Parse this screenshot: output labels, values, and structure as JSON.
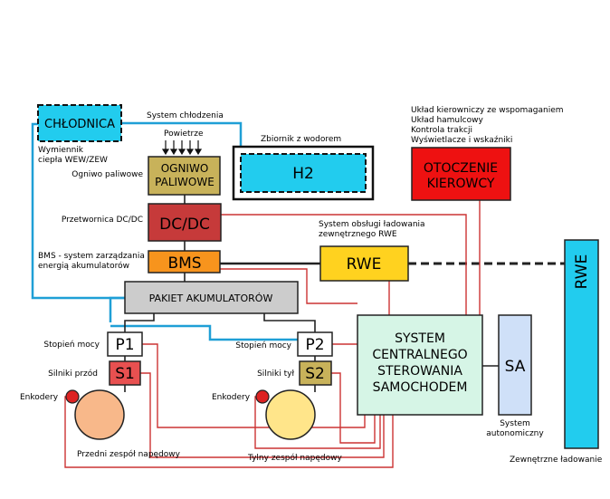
{
  "boxes": {
    "chlodnica": "CHŁODNICA",
    "ogniwo_line1": "OGNIWO",
    "ogniwo_line2": "PALIWOWE",
    "dcdc": "DC/DC",
    "bms": "BMS",
    "pakiet": "PAKIET AKUMULATORÓW",
    "h2": "H2",
    "rwe_small": "RWE",
    "rwe_big": "RWE",
    "otoczenie_line1": "OTOCZENIE",
    "otoczenie_line2": "KIEROWCY",
    "system_lines": [
      "SYSTEM",
      "CENTRALNEGO",
      "STEROWANIA",
      "SAMOCHODEM"
    ],
    "sa": "SA",
    "p1": "P1",
    "s1": "S1",
    "p2": "P2",
    "s2": "S2"
  },
  "labels": {
    "system_chlodzenia": "System chłodzenia",
    "powietrze": "Powietrze",
    "wymiennik_line1": "Wymiennik",
    "wymiennik_line2": "ciepła WEW/ZEW",
    "ogniwo_paliwowe": "Ogniwo paliwowe",
    "przetwornica": "Przetwornica DC/DC",
    "bms_line1": "BMS - system zarządzania",
    "bms_line2": "energią akumulatorów",
    "zbiornik": "Zbiornik z wodorem",
    "rwe_line1": "System obsługi ładowania",
    "rwe_line2": "zewnętrznego RWE",
    "driver_items": [
      "Układ kierowniczy ze wspomaganiem",
      "Układ hamulcowy",
      "Kontrola trakcji",
      "Wyświetlacze i wskaźniki"
    ],
    "stopien_mocy_1": "Stopień mocy",
    "silniki_przod": "Silniki przód",
    "enkodery_1": "Enkodery",
    "stopien_mocy_2": "Stopień mocy",
    "silniki_tyl": "Silniki tył",
    "enkodery_2": "Enkodery",
    "przedni_zespol": "Przedni zespół napędowy",
    "tylny_zespol": "Tylny zespół napędowy",
    "system_autonomiczny_line1": "System",
    "system_autonomiczny_line2": "autonomiczny",
    "zewnetrzne_ladowanie": "Zewnętrzne ładowanie"
  },
  "colors": {
    "cyan": "#22ccee",
    "cooling_line": "#1f9fd6",
    "red_line": "#cc3333",
    "fuel_cell": "#c8b25a",
    "dcdc": "#c63a3a",
    "bms": "#f7941d",
    "pack": "#cccccc",
    "rwe_small": "#ffd21f",
    "otoczenie": "#ee1111",
    "central": "#d6f5e6",
    "sa": "#cfe0f8",
    "p_box": "#ffffff",
    "s1": "#e85050",
    "s2": "#c8b25a",
    "wheel_front": "#f8b88a",
    "wheel_rear": "#ffe58a",
    "encoder": "#dd2222"
  }
}
